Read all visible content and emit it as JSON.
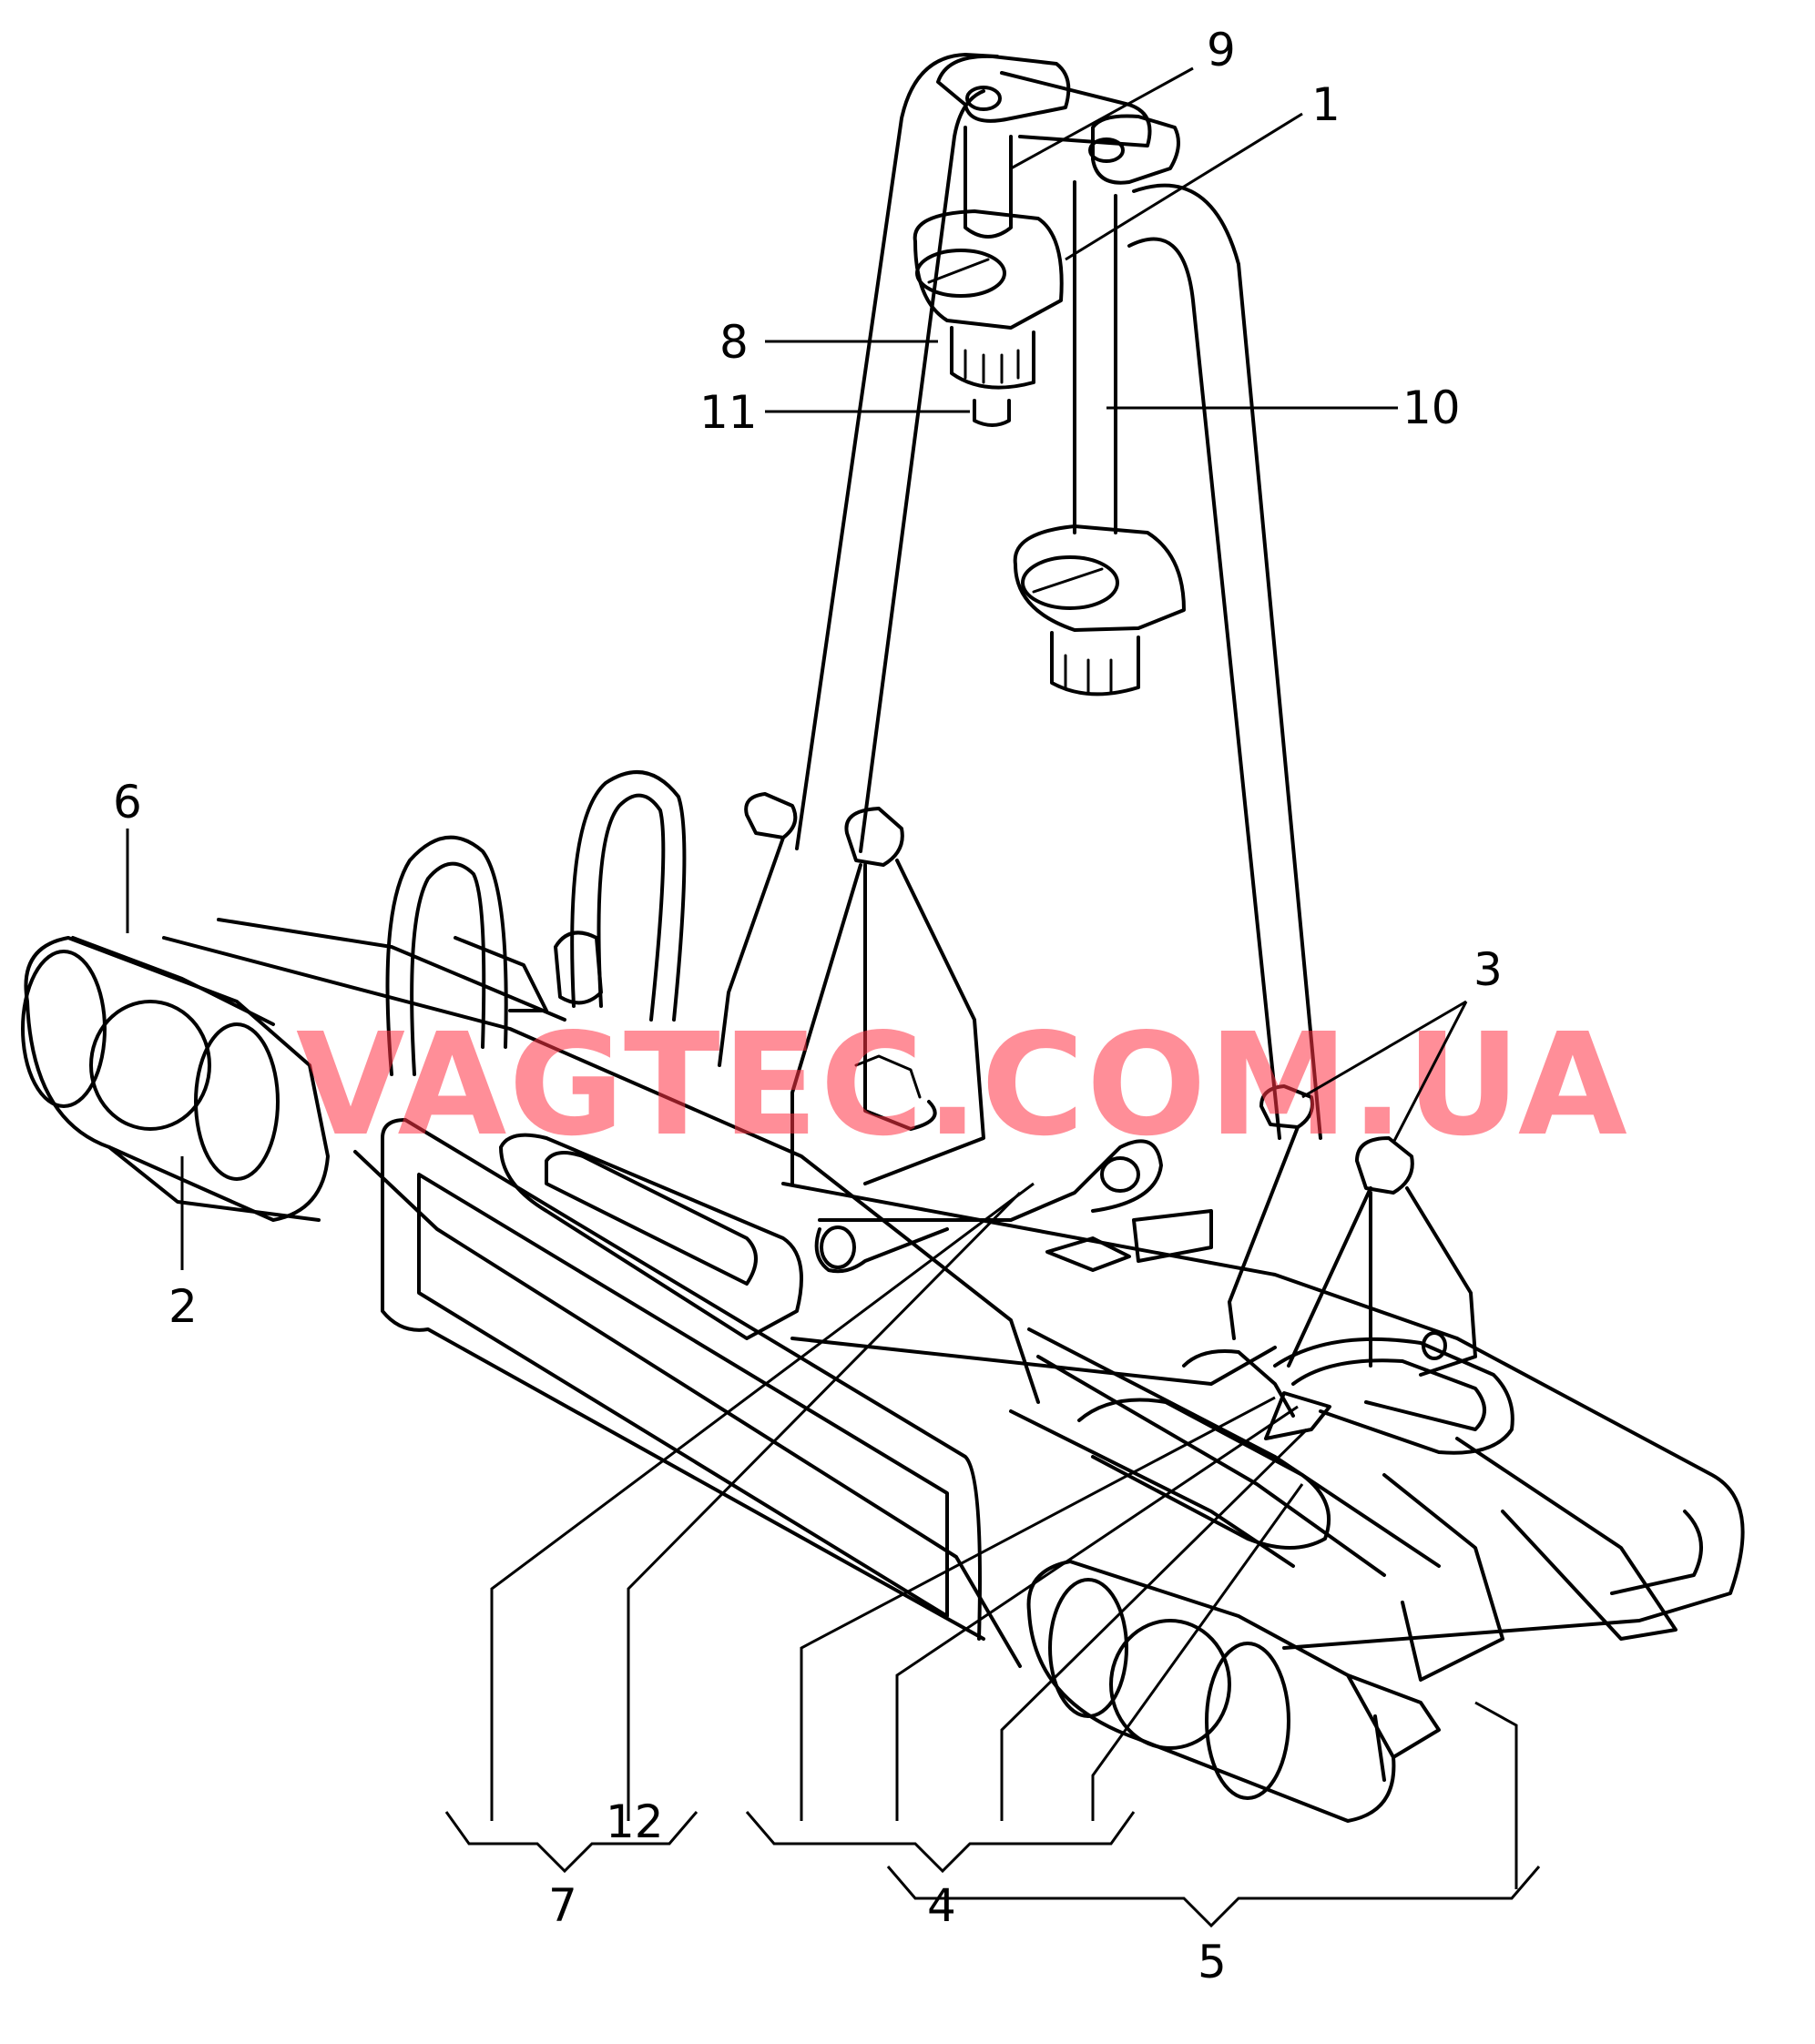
{
  "diagram": {
    "watermark": "VAGTEC.COM.UA",
    "callouts": [
      {
        "id": "c9",
        "text": "9"
      },
      {
        "id": "c1",
        "text": "1"
      },
      {
        "id": "c8",
        "text": "8"
      },
      {
        "id": "c11",
        "text": "11"
      },
      {
        "id": "c10",
        "text": "10"
      },
      {
        "id": "c6",
        "text": "6"
      },
      {
        "id": "c3",
        "text": "3"
      },
      {
        "id": "c2",
        "text": "2"
      },
      {
        "id": "c12",
        "text": "12"
      },
      {
        "id": "c7",
        "text": "7"
      },
      {
        "id": "c4",
        "text": "4"
      },
      {
        "id": "c5",
        "text": "5"
      }
    ]
  }
}
